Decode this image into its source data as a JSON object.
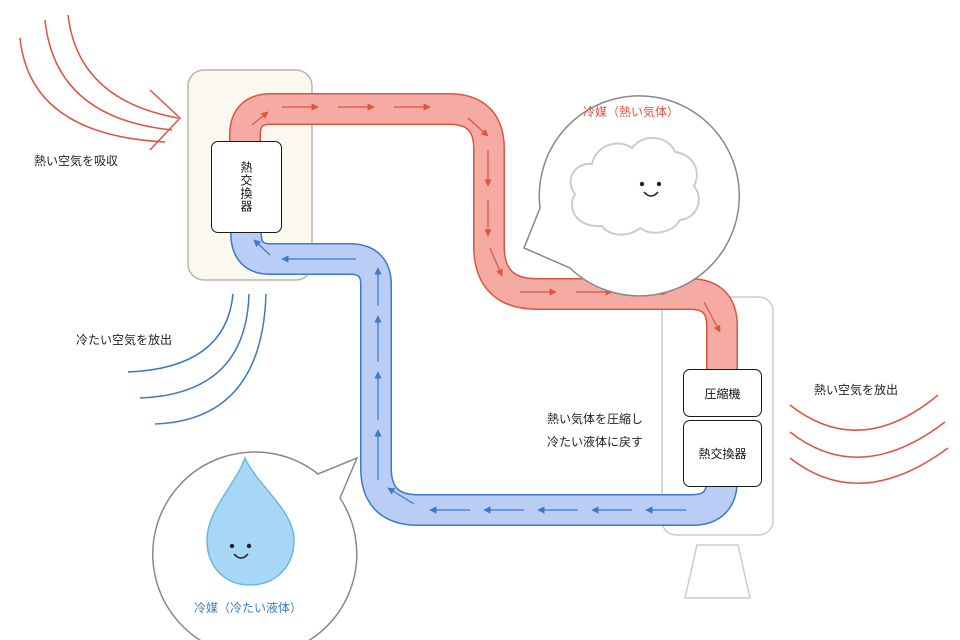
{
  "labels": {
    "indoor_exchanger": "熱交換器",
    "compressor": "圧縮機",
    "outdoor_exchanger": "熱交換器",
    "absorb_hot_air": "熱い空気を吸収",
    "release_cold_air": "冷たい空気を放出",
    "release_hot_air": "熱い空気を放出",
    "compress_note_line1": "熱い気体を圧縮し",
    "compress_note_line2": "冷たい液体に戻す",
    "refrigerant_hot": "冷媒（熱い気体）",
    "refrigerant_cold": "冷媒（冷たい液体）"
  },
  "colors": {
    "hot_pipe_fill": "#f5aaa4",
    "hot_pipe_stroke": "#e0533f",
    "cold_pipe_fill": "#b9cdf5",
    "cold_pipe_stroke": "#3c79c9",
    "hot_air_lines": "#e0533f",
    "cold_air_lines": "#3c79c9",
    "indoor_unit_fill": "#fbf8ef",
    "outdoor_unit_stroke": "#cccccc",
    "drop_fill": "#a6d8f5",
    "drop_stroke": "#6cb6e4",
    "cloud_stroke": "#cccccc"
  },
  "icons": {
    "cloud": "cloud-icon",
    "drop": "water-drop-icon",
    "face": "smiley-face-icon"
  }
}
